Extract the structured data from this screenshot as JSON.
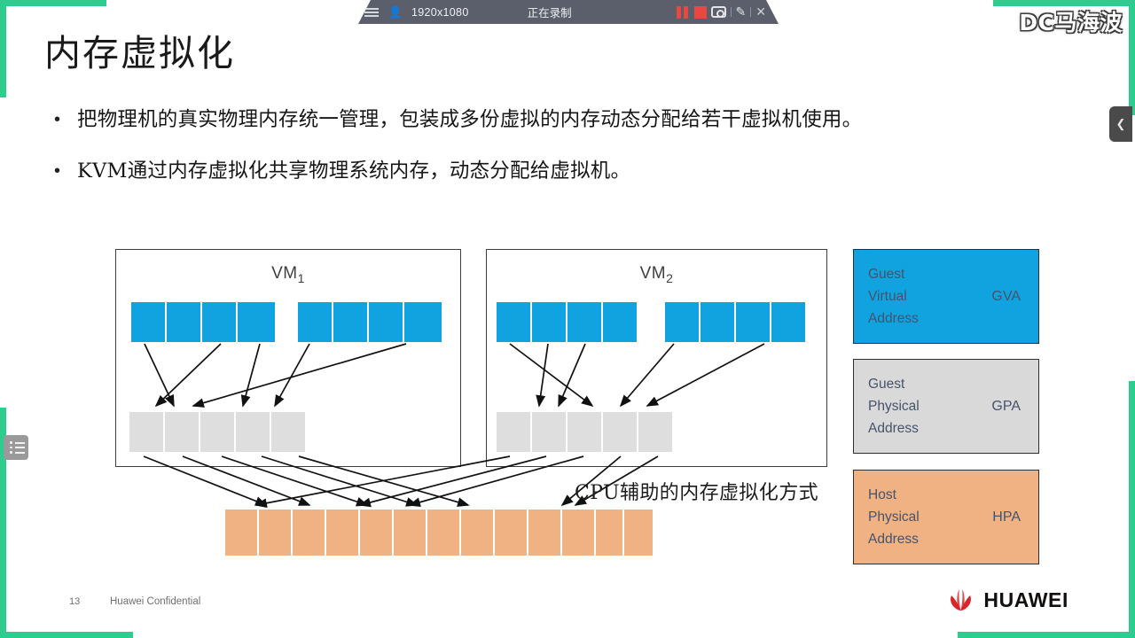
{
  "recorder_toolbar": {
    "menu_icon": "hamburger-icon",
    "user_icon": "user-icon",
    "resolution": "1920x1080",
    "status": "正在录制",
    "pause_icon": "pause-icon",
    "stop_icon": "stop-icon",
    "camera_icon": "camera-icon",
    "pencil_icon": "pencil-icon",
    "close_icon": "close-icon",
    "bg_color": "#5a5f6b",
    "accent_color": "#e8483f"
  },
  "watermark": {
    "text": "DC马海波"
  },
  "slide": {
    "title": "内存虚拟化",
    "bullet_marker": "•",
    "bullets": [
      "把物理机的真实物理内存统一管理，包装成多份虚拟的内存动态分配给若干虚拟机使用。",
      "KVM通过内存虚拟化共享物理系统内存，动态分配给虚拟机。"
    ],
    "frame_color": "#2ecc8f"
  },
  "diagram": {
    "vm1_label": "VM",
    "vm1_sub": "1",
    "vm2_label": "VM",
    "vm2_sub": "2",
    "gva_cells_per_group": 4,
    "gva_groups": 2,
    "gpa_cells": 5,
    "hpa_cells": 13,
    "cpu_note": "CPU辅助的内存虚拟化方式",
    "colors": {
      "gva": "#11a2e0",
      "gpa": "#dedede",
      "hpa": "#f0b183",
      "border": "#3d3d3d"
    }
  },
  "legend": [
    {
      "lines": [
        "Guest",
        "Virtual",
        "Address"
      ],
      "abbr": "GVA",
      "color": "#11a2e0"
    },
    {
      "lines": [
        "Guest",
        "Physical",
        "Address"
      ],
      "abbr": "GPA",
      "color": "#d9d9d9"
    },
    {
      "lines": [
        "Host",
        "Physical",
        "Address"
      ],
      "abbr": "HPA",
      "color": "#f0b183"
    }
  ],
  "footer": {
    "page_number": "13",
    "confidential": "Huawei Confidential",
    "brand": "HUAWEI",
    "brand_icon": "huawei-flower-logo"
  },
  "controls": {
    "list_button_icon": "list-menu-icon",
    "collapse_button_icon": "chevron-left-icon"
  }
}
